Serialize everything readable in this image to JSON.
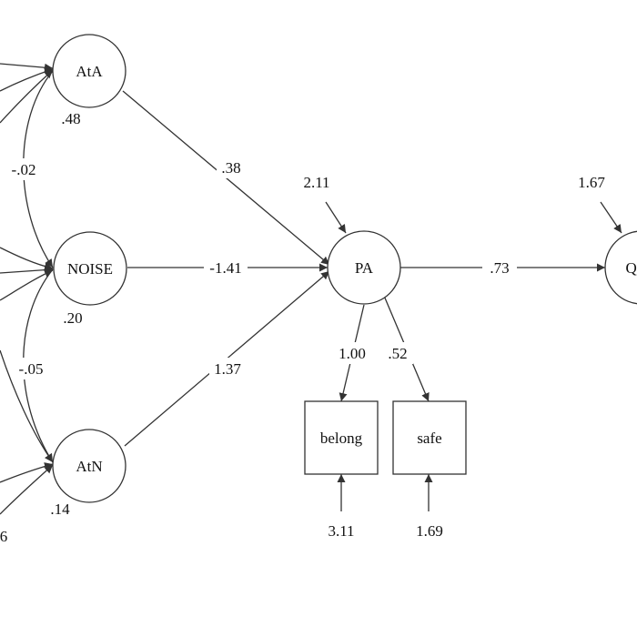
{
  "nodes": {
    "ata": "AtA",
    "noise": "NOISE",
    "atn": "AtN",
    "pa": "PA",
    "qol": "QOL",
    "belong": "belong",
    "safe": "safe"
  },
  "variances": {
    "ata": ".48",
    "noise": ".20",
    "atn": ".14",
    "pa": "2.11",
    "qol": "1.67",
    "belong": "3.11",
    "safe": "1.69",
    "left_cut": "6"
  },
  "paths": {
    "ata_pa": ".38",
    "noise_pa": "-1.41",
    "atn_pa": "1.37",
    "pa_qol": ".73",
    "pa_belong": "1.00",
    "pa_safe": ".52"
  },
  "covariances": {
    "ata_noise": "-.02",
    "noise_atn": "-.05"
  }
}
